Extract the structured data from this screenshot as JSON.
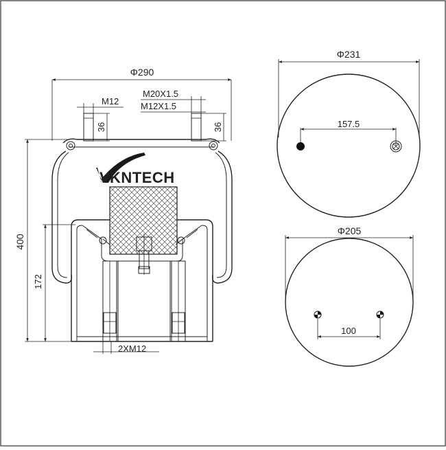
{
  "drawing": {
    "brand": {
      "name": "KNTECH",
      "logo_letter": "V",
      "logo_color": "#1a1a1a"
    },
    "side_view": {
      "width_dim": "Φ290",
      "height_dim": "400",
      "piston_height_dim": "172",
      "stud_left": "M12",
      "fitting_top": "M20X1.5",
      "fitting_bottom": "M12X1.5",
      "stud_len_left": "36",
      "stud_len_right": "36",
      "bottom_studs": "2XM12"
    },
    "top_plate": {
      "diameter": "Φ231",
      "hole_spacing": "157.5"
    },
    "bottom_plate": {
      "diameter": "Φ205",
      "hole_spacing": "100"
    }
  }
}
